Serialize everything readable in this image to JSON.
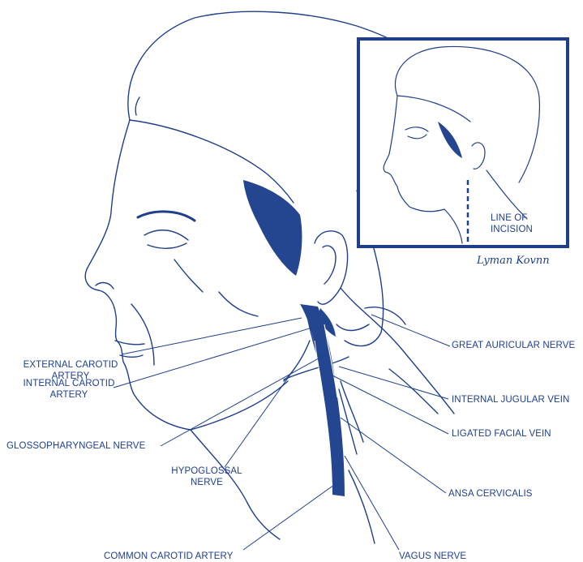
{
  "colors": {
    "ink": "#1f3f8a",
    "fill": "#24458f",
    "paper": "#ffffff"
  },
  "inset": {
    "label": "LINE OF\nINCISION"
  },
  "signature": "Lyman Kovnn",
  "labels": {
    "external_carotid": "EXTERNAL CAROTID\nARTERY",
    "internal_carotid": "INTERNAL CAROTID\nARTERY",
    "glossopharyngeal": "GLOSSOPHARYNGEAL NERVE",
    "hypoglossal": "HYPOGLOSSAL\nNERVE",
    "common_carotid": "COMMON CAROTID ARTERY",
    "great_auricular": "GREAT AURICULAR NERVE",
    "internal_jugular": "INTERNAL JUGULAR VEIN",
    "ligated_facial": "LIGATED FACIAL VEIN",
    "ansa_cervicalis": "ANSA CERVICALIS",
    "vagus": "VAGUS NERVE"
  }
}
